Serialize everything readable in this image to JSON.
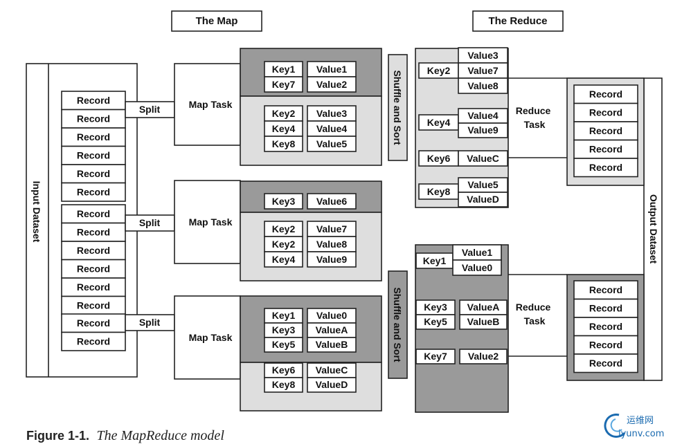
{
  "headers": {
    "map": "The Map",
    "reduce": "The Reduce"
  },
  "input_dataset": "Input Dataset",
  "output_dataset": "Output Dataset",
  "record_label": "Record",
  "splits": [
    "Split",
    "Split",
    "Split"
  ],
  "map_task": "Map Task",
  "reduce_task": "Reduce Task",
  "shuffle": "Shuffle and Sort",
  "map_outputs": [
    {
      "groups": [
        [
          [
            "Key1",
            "Value1"
          ],
          [
            "Key7",
            "Value2"
          ]
        ],
        [
          [
            "Key2",
            "Value3"
          ],
          [
            "Key4",
            "Value4"
          ],
          [
            "Key8",
            "Value5"
          ]
        ]
      ]
    },
    {
      "groups": [
        [
          [
            "Key3",
            "Value6"
          ]
        ],
        [
          [
            "Key2",
            "Value7"
          ],
          [
            "Key2",
            "Value8"
          ],
          [
            "Key4",
            "Value9"
          ]
        ]
      ]
    },
    {
      "groups": [
        [
          [
            "Key1",
            "Value0"
          ],
          [
            "Key3",
            "ValueA"
          ],
          [
            "Key5",
            "ValueB"
          ]
        ],
        [
          [
            "Key6",
            "ValueC"
          ],
          [
            "Key8",
            "ValueD"
          ]
        ]
      ]
    }
  ],
  "reduce_inputs": [
    {
      "groups": [
        {
          "key": "Key2",
          "values": [
            "Value3",
            "Value7",
            "Value8"
          ]
        },
        {
          "key": "Key4",
          "values": [
            "Value4",
            "Value9"
          ]
        },
        {
          "key": "Key6",
          "values": [
            "ValueC"
          ]
        },
        {
          "key": "Key8",
          "values": [
            "Value5",
            "ValueD"
          ]
        }
      ]
    },
    {
      "groups": [
        {
          "key": "Key1",
          "values": [
            "Value1",
            "Value0"
          ]
        },
        {
          "key": "Key3",
          "values": [
            "ValueA"
          ]
        },
        {
          "key": "Key5",
          "values": [
            "ValueB"
          ]
        },
        {
          "key": "Key7",
          "values": [
            "Value2"
          ]
        }
      ]
    }
  ],
  "caption": {
    "label": "Figure 1-1.",
    "title": "The MapReduce model"
  },
  "watermark": {
    "cn": "运维网",
    "url": "iyunv.com"
  },
  "colors": {
    "dark_gray": "#9a9a9a",
    "light_gray": "#dedede",
    "line": "#222222",
    "brand": "#1b6bb0"
  }
}
